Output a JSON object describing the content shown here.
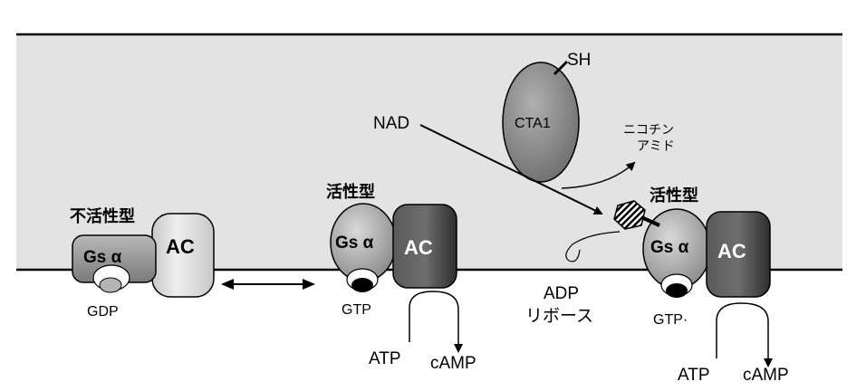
{
  "labels": {
    "inactive_state": "不活性型",
    "active_state_1": "活性型",
    "active_state_2": "活性型",
    "gs_alpha_1": "Gs α",
    "gs_alpha_2": "Gs α",
    "gs_alpha_3": "Gs α",
    "ac_1": "AC",
    "ac_2": "AC",
    "ac_3": "AC",
    "gdp": "GDP",
    "gtp_1": "GTP",
    "gtp_2": "GTP·",
    "atp_1": "ATP",
    "camp_1": "cAMP",
    "atp_2": "ATP",
    "camp_2": "cAMP",
    "nad": "NAD",
    "cta1": "CTA1",
    "sh": "SH",
    "nicotinamide_line1": "ニコチン",
    "nicotinamide_line2": "アミド",
    "adp_line1": "ADP",
    "adp_line2": "リボース"
  },
  "colors": {
    "membrane_fill": "#e3e3e3",
    "ac_active": "#4a4a4a",
    "ac_inactive": "#dcdcdc",
    "gs_alpha": "#a9a9a9",
    "gs_inactive": "#8f8f8f",
    "cta1": "#8a8a8a",
    "gdp_fill": "#b5b5b5",
    "gtp_fill": "#000000"
  }
}
